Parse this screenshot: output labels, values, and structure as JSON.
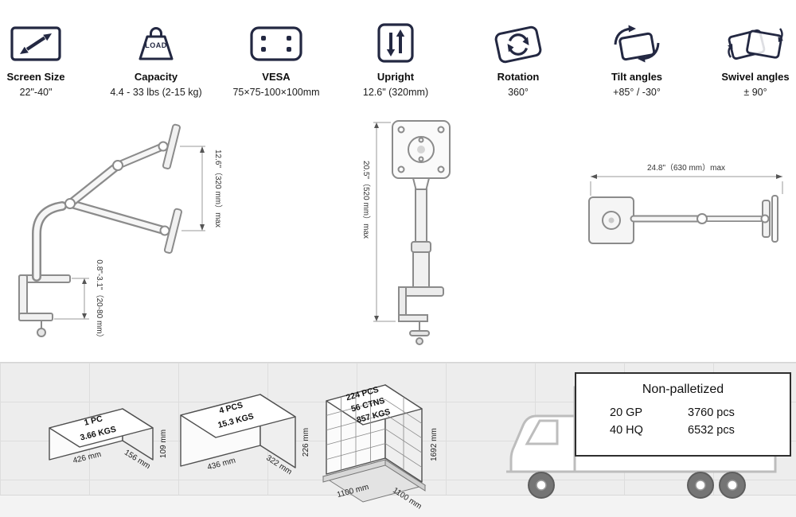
{
  "specs": [
    {
      "title": "Screen Size",
      "value": "22\"-40\""
    },
    {
      "title": "Capacity",
      "value": "4.4 - 33 lbs (2-15 kg)",
      "icon_label": "LOAD"
    },
    {
      "title": "VESA",
      "value": "75×75-100×100mm"
    },
    {
      "title": "Upright",
      "value": "12.6\" (320mm)"
    },
    {
      "title": "Rotation",
      "value": "360°"
    },
    {
      "title": "Tilt angles",
      "value": "+85° / -30°"
    },
    {
      "title": "Swivel angles",
      "value": "± 90°"
    }
  ],
  "dimensions": {
    "arm_height_range": "12.6\"（320 mm）max",
    "clamp_thickness_range": "0.8\"-3.1\"（20-80 mm）",
    "upright_max_height": "20.5\"（520 mm）max",
    "arm_max_reach": "24.8\"（630 mm）max"
  },
  "packaging": {
    "single_box": {
      "qty": "1 PC",
      "weight": "3.66 KGS",
      "length": "426 mm",
      "depth": "156 mm",
      "height": "109 mm"
    },
    "master_carton": {
      "qty": "4 PCS",
      "weight": "15.3 KGS",
      "length": "436 mm",
      "depth": "322 mm",
      "height": "226 mm"
    },
    "pallet": {
      "qty": "224 PCS",
      "cartons": "56 CTNS",
      "weight": "857 KGS",
      "length": "1100 mm",
      "depth": "1100 mm",
      "height": "1692 mm"
    },
    "container_sign": {
      "title": "Non-palletized",
      "rows": [
        {
          "container": "20 GP",
          "quantity": "3760 pcs"
        },
        {
          "container": "40 HQ",
          "quantity": "6532 pcs"
        }
      ]
    }
  }
}
